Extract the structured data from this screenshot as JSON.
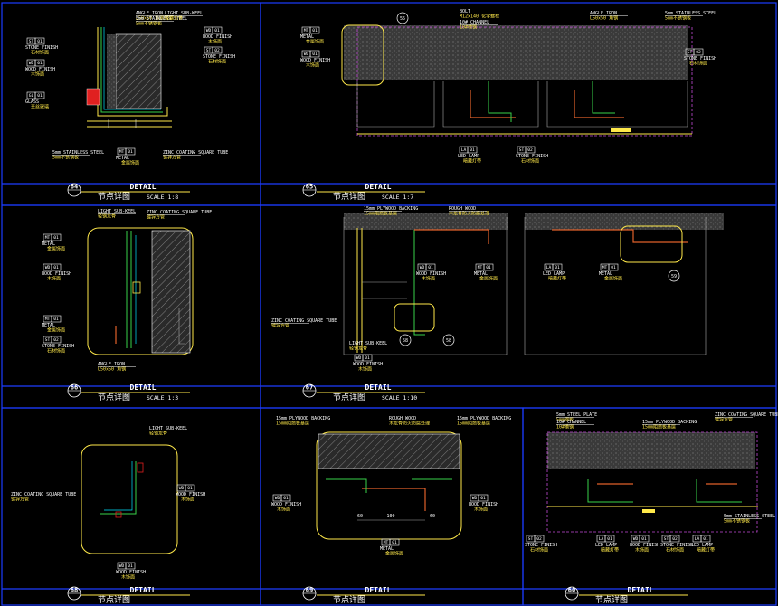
{
  "drawing": {
    "common": {
      "detail_label": "DETAIL",
      "detail_cn": "节点详图"
    },
    "panels": [
      {
        "id": "p64",
        "number": "64",
        "scale": "SCALE 1:8",
        "notes": [
          {
            "en": "ANGLE IRON",
            "cn": "L50x50 角钢固定"
          },
          {
            "en": "5mm STAINLESS STEEL",
            "cn": "5mm不锈钢板"
          },
          {
            "en": "LIGHT SUB-KEEL",
            "cn": "轻钢龙骨"
          },
          {
            "en": "ZINC COATING SQUARE TUBE",
            "cn": "镀锌方管"
          },
          {
            "en": "5mm STAINLESS STEEL",
            "cn": "5mm不锈钢板"
          }
        ],
        "tags": [
          {
            "code": "ST",
            "num": "01",
            "en": "STONE FINISH",
            "cn": "石材饰面"
          },
          {
            "code": "WD",
            "num": "01",
            "en": "WOOD FINISH",
            "cn": "木饰面"
          },
          {
            "code": "GL",
            "num": "01",
            "en": "GLASS",
            "cn": "夹丝玻璃"
          },
          {
            "code": "ST",
            "num": "02",
            "en": "STONE FINISH",
            "cn": "石材饰面"
          },
          {
            "code": "WD",
            "num": "01",
            "en": "WOOD FINISH",
            "cn": "木饰面"
          },
          {
            "code": "MT",
            "num": "01",
            "en": "METAL",
            "cn": "金属饰面"
          }
        ]
      },
      {
        "id": "p65",
        "number": "65",
        "scale": "SCALE 1:7",
        "notes": [
          {
            "en": "BOLT",
            "cn": "M12x140 化学螺栓"
          },
          {
            "en": "10# CHANNEL",
            "cn": "10#槽钢"
          },
          {
            "en": "ANGLE IRON",
            "cn": "L50x50 角钢"
          },
          {
            "en": "5mm STAINLESS STEEL",
            "cn": "5mm不锈钢板"
          }
        ],
        "tags": [
          {
            "code": "MT",
            "num": "01",
            "en": "METAL",
            "cn": "金属饰面"
          },
          {
            "code": "WD",
            "num": "01",
            "en": "WOOD FINISH",
            "cn": "木饰面"
          },
          {
            "code": "ST",
            "num": "02",
            "en": "STONE FINISH",
            "cn": "石材饰面"
          },
          {
            "code": "LA",
            "num": "01",
            "en": "LED LAMP",
            "cn": "暗藏灯带"
          },
          {
            "code": "ST",
            "num": "02",
            "en": "STONE FINISH",
            "cn": "石材饰面"
          }
        ]
      },
      {
        "id": "p66",
        "number": "66",
        "scale": "SCALE 1:3",
        "notes": [
          {
            "en": "LIGHT SUB-KEEL",
            "cn": "轻钢龙骨"
          },
          {
            "en": "ZINC COATING SQUARE TUBE",
            "cn": "镀锌方管"
          },
          {
            "en": "ANGLE IRON",
            "cn": "L50x50 角钢"
          }
        ],
        "tags": [
          {
            "code": "MT",
            "num": "01",
            "en": "METAL",
            "cn": "金属饰面"
          },
          {
            "code": "WD",
            "num": "01",
            "en": "WOOD FINISH",
            "cn": "木饰面"
          },
          {
            "code": "MT",
            "num": "01",
            "en": "METAL",
            "cn": "金属饰面"
          },
          {
            "code": "ST",
            "num": "02",
            "en": "STONE FINISH",
            "cn": "石材饰面"
          }
        ]
      },
      {
        "id": "p67",
        "number": "67",
        "scale": "SCALE 1:10",
        "notes": [
          {
            "en": "15mm PLYWOOD BACKING",
            "cn": "15mm阻燃板基层"
          },
          {
            "en": "ROUGH WOOD",
            "cn": "木龙骨防火防腐处理"
          },
          {
            "en": "ZINC COATING SQUARE TUBE",
            "cn": "镀锌方管"
          },
          {
            "en": "LIGHT SUB-KEEL",
            "cn": "轻钢龙骨"
          }
        ],
        "tags": [
          {
            "code": "WD",
            "num": "01",
            "en": "WOOD FINISH",
            "cn": "木饰面"
          },
          {
            "code": "MT",
            "num": "01",
            "en": "METAL",
            "cn": "金属饰面"
          },
          {
            "code": "LA",
            "num": "01",
            "en": "LED LAMP",
            "cn": "暗藏灯带"
          },
          {
            "code": "MT",
            "num": "01",
            "en": "METAL",
            "cn": "金属饰面"
          },
          {
            "code": "WD",
            "num": "01",
            "en": "WOOD FINISH",
            "cn": "木饰面"
          }
        ]
      },
      {
        "id": "p68",
        "number": "68",
        "notes": [
          {
            "en": "LIGHT SUB-KEEL",
            "cn": "轻钢龙骨"
          },
          {
            "en": "ZINC COATING SQUARE TUBE",
            "cn": "镀锌方管"
          }
        ],
        "tags": [
          {
            "code": "WD",
            "num": "01",
            "en": "WOOD FINISH",
            "cn": "木饰面"
          },
          {
            "code": "WD",
            "num": "01",
            "en": "WOOD FINISH",
            "cn": "木饰面"
          }
        ]
      },
      {
        "id": "p69",
        "number": "69",
        "notes": [
          {
            "en": "15mm PLYWOOD BACKING",
            "cn": "15mm阻燃板基层"
          },
          {
            "en": "ROUGH WOOD",
            "cn": "木龙骨防火防腐处理"
          },
          {
            "en": "15mm PLYWOOD BACKING",
            "cn": "15mm阻燃板基层"
          }
        ],
        "tags": [
          {
            "code": "WD",
            "num": "01",
            "en": "WOOD FINISH",
            "cn": "木饰面"
          },
          {
            "code": "WD",
            "num": "01",
            "en": "WOOD FINISH",
            "cn": "木饰面"
          },
          {
            "code": "MT",
            "num": "01",
            "en": "METAL",
            "cn": "金属饰面"
          }
        ]
      },
      {
        "id": "p60",
        "number": "60",
        "notes": [
          {
            "en": "5mm STEEL PLATE",
            "cn": "5mm钢板"
          },
          {
            "en": "10# CHANNEL",
            "cn": "10#槽钢"
          },
          {
            "en": "15mm PLYWOOD BACKING",
            "cn": "15mm阻燃板基层"
          },
          {
            "en": "ZINC COATING SQUARE TUBE",
            "cn": "镀锌方管"
          },
          {
            "en": "5mm STAINLESS STEEL",
            "cn": "5mm不锈钢板"
          }
        ],
        "tags": [
          {
            "code": "ST",
            "num": "02",
            "en": "STONE FINISH",
            "cn": "石材饰面"
          },
          {
            "code": "LA",
            "num": "01",
            "en": "LED LAMP",
            "cn": "暗藏灯带"
          },
          {
            "code": "WD",
            "num": "01",
            "en": "WOOD FINISH",
            "cn": "木饰面"
          },
          {
            "code": "ST",
            "num": "02",
            "en": "STONE FINISH",
            "cn": "石材饰面"
          },
          {
            "code": "LA",
            "num": "01",
            "en": "LED LAMP",
            "cn": "暗藏灯带"
          }
        ]
      }
    ],
    "callouts": [
      "55",
      "58",
      "58",
      "59"
    ],
    "dimensions": [
      "100",
      "60",
      "60"
    ]
  }
}
